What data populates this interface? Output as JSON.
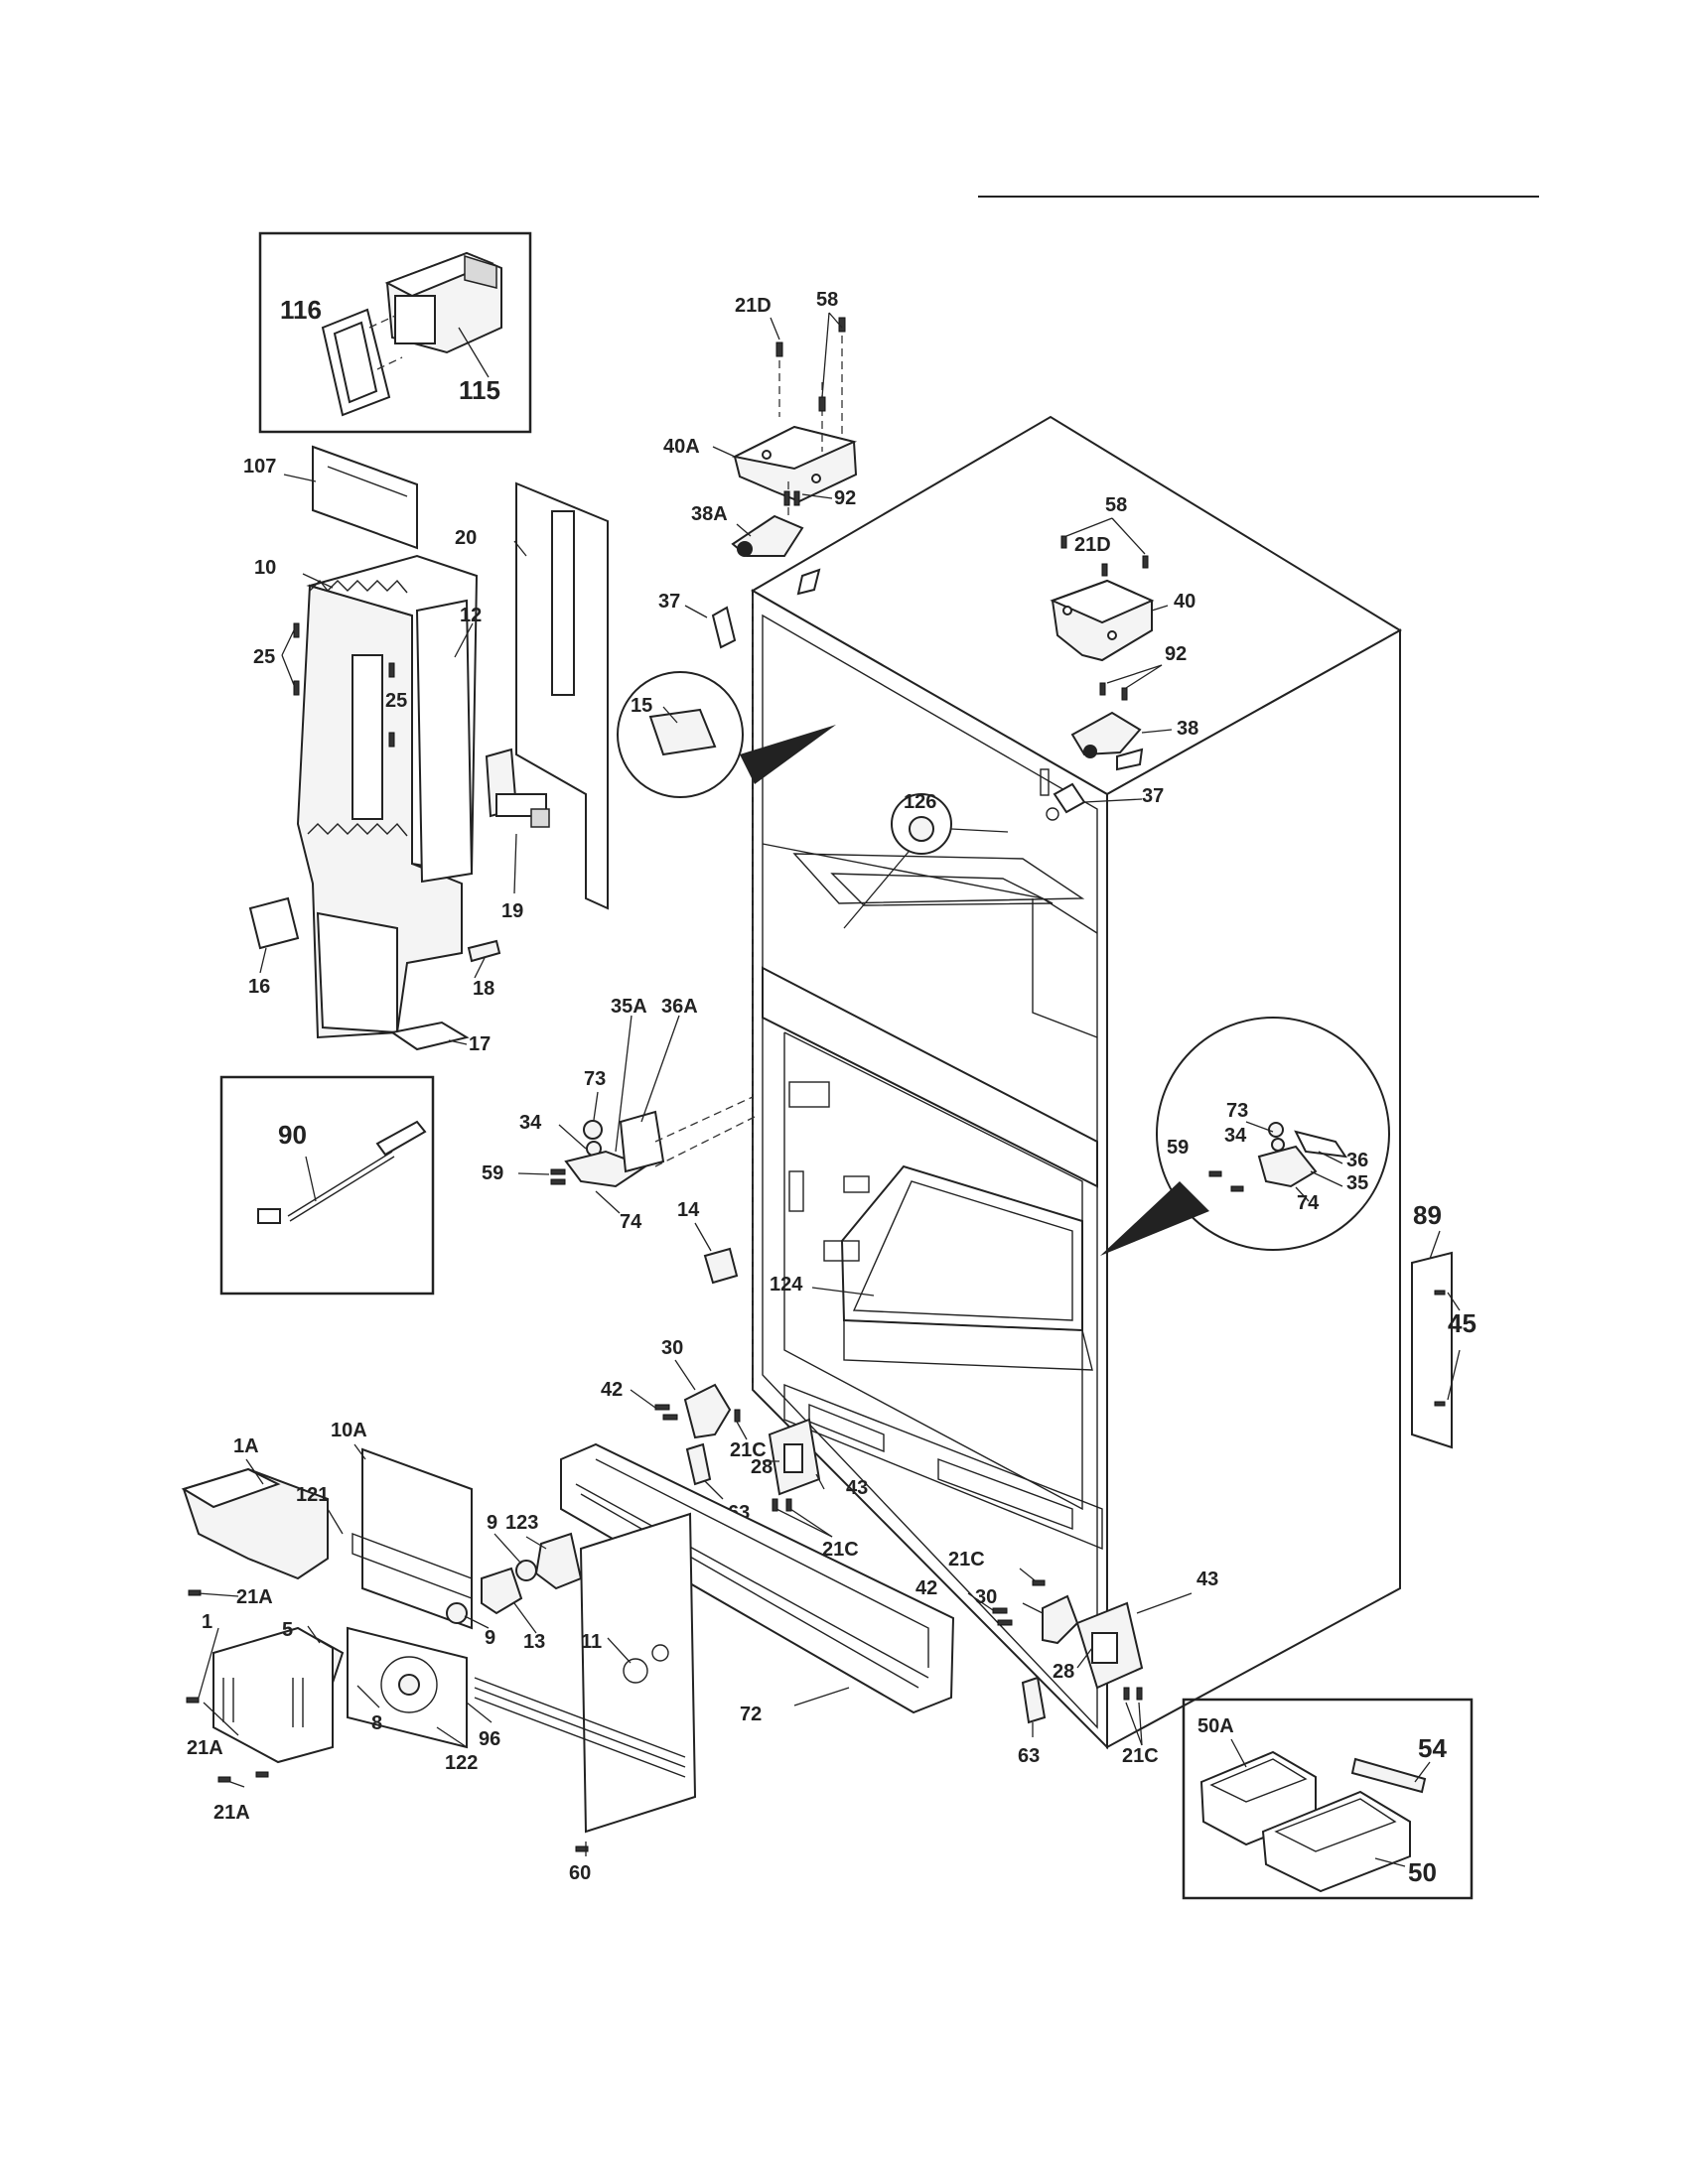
{
  "labels": {
    "p116": "116",
    "p115": "115",
    "p107": "107",
    "p20": "20",
    "p10": "10",
    "p12": "12",
    "p25a": "25",
    "p25b": "25",
    "p19": "19",
    "p16": "16",
    "p18": "18",
    "p17": "17",
    "p90": "90",
    "p21D_top": "21D",
    "p58_top": "58",
    "p40A": "40A",
    "p92_top": "92",
    "p38A": "38A",
    "p37_left": "37",
    "p15": "15",
    "p126": "126",
    "p58_right": "58",
    "p21D_right": "21D",
    "p40": "40",
    "p92_right": "92",
    "p38": "38",
    "p37_right": "37",
    "p73_l": "73",
    "p35A": "35A",
    "p36A": "36A",
    "p34_l": "34",
    "p59_l": "59",
    "p74_l": "74",
    "p73_r": "73",
    "p34_r": "34",
    "p59_r": "59",
    "p36": "36",
    "p35": "35",
    "p74_r": "74",
    "p14": "14",
    "p124": "124",
    "p89": "89",
    "p45": "45",
    "p30_l": "30",
    "p42_l": "42",
    "p21C_a": "21C",
    "p28_l": "28",
    "p63_l": "63",
    "p43_l": "43",
    "p21C_b": "21C",
    "p21C_c": "21C",
    "p42_r": "42",
    "p30_r": "30",
    "p43_r": "43",
    "p28_r": "28",
    "p63_r": "63",
    "p21C_d": "21C",
    "p1A": "1A",
    "p10A": "10A",
    "p121": "121",
    "p123": "123",
    "p9a": "9",
    "p9b": "9",
    "p21A_a": "21A",
    "p1": "1",
    "p5": "5",
    "p13": "13",
    "p11": "11",
    "p21A_b": "21A",
    "p8": "8",
    "p96": "96",
    "p122": "122",
    "p21A_c": "21A",
    "p72": "72",
    "p60": "60",
    "p50A": "50A",
    "p54": "54",
    "p50": "50"
  }
}
